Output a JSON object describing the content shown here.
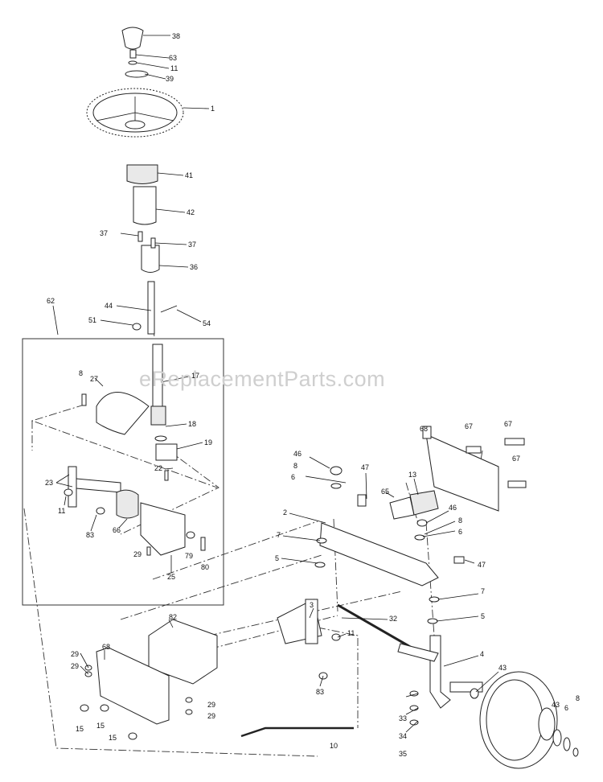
{
  "watermark": "eReplacementParts.com",
  "callouts": [
    {
      "id": "c38",
      "text": "38"
    },
    {
      "id": "c63",
      "text": "63"
    },
    {
      "id": "c11a",
      "text": "11"
    },
    {
      "id": "c39",
      "text": "39"
    },
    {
      "id": "c1",
      "text": "1"
    },
    {
      "id": "c41",
      "text": "41"
    },
    {
      "id": "c42",
      "text": "42"
    },
    {
      "id": "c37a",
      "text": "37"
    },
    {
      "id": "c37b",
      "text": "37"
    },
    {
      "id": "c36",
      "text": "36"
    },
    {
      "id": "c62",
      "text": "62"
    },
    {
      "id": "c44",
      "text": "44"
    },
    {
      "id": "c51",
      "text": "51"
    },
    {
      "id": "c54",
      "text": "54"
    },
    {
      "id": "c17",
      "text": "17"
    },
    {
      "id": "c8a",
      "text": "8"
    },
    {
      "id": "c27",
      "text": "27"
    },
    {
      "id": "c18",
      "text": "18"
    },
    {
      "id": "c19",
      "text": "19"
    },
    {
      "id": "c22",
      "text": "22"
    },
    {
      "id": "c23",
      "text": "23"
    },
    {
      "id": "c11b",
      "text": "11"
    },
    {
      "id": "c83a",
      "text": "83"
    },
    {
      "id": "c66",
      "text": "66"
    },
    {
      "id": "c29a",
      "text": "29"
    },
    {
      "id": "c25",
      "text": "25"
    },
    {
      "id": "c79",
      "text": "79"
    },
    {
      "id": "c80",
      "text": "80"
    },
    {
      "id": "c68a",
      "text": "68"
    },
    {
      "id": "c67a",
      "text": "67"
    },
    {
      "id": "c67b",
      "text": "67"
    },
    {
      "id": "c67c",
      "text": "67"
    },
    {
      "id": "c46a",
      "text": "46"
    },
    {
      "id": "c8b",
      "text": "8"
    },
    {
      "id": "c6a",
      "text": "6"
    },
    {
      "id": "c47a",
      "text": "47"
    },
    {
      "id": "c13",
      "text": "13"
    },
    {
      "id": "c65",
      "text": "65"
    },
    {
      "id": "c2",
      "text": "2"
    },
    {
      "id": "c46b",
      "text": "46"
    },
    {
      "id": "c8c",
      "text": "8"
    },
    {
      "id": "c6b",
      "text": "6"
    },
    {
      "id": "c7a",
      "text": "7"
    },
    {
      "id": "c5a",
      "text": "5"
    },
    {
      "id": "c47b",
      "text": "47"
    },
    {
      "id": "c7b",
      "text": "7"
    },
    {
      "id": "c3",
      "text": "3"
    },
    {
      "id": "c32",
      "text": "32"
    },
    {
      "id": "c82",
      "text": "82"
    },
    {
      "id": "c11c",
      "text": "11"
    },
    {
      "id": "c5b",
      "text": "5"
    },
    {
      "id": "c4",
      "text": "4"
    },
    {
      "id": "c68b",
      "text": "68"
    },
    {
      "id": "c29b",
      "text": "29"
    },
    {
      "id": "c29c",
      "text": "29"
    },
    {
      "id": "c83b",
      "text": "83"
    },
    {
      "id": "c43a",
      "text": "43"
    },
    {
      "id": "c33",
      "text": "33"
    },
    {
      "id": "c43b",
      "text": "43"
    },
    {
      "id": "c6c",
      "text": "6"
    },
    {
      "id": "c8d",
      "text": "8"
    },
    {
      "id": "c29d",
      "text": "29"
    },
    {
      "id": "c29e",
      "text": "29"
    },
    {
      "id": "c15a",
      "text": "15"
    },
    {
      "id": "c15b",
      "text": "15"
    },
    {
      "id": "c15c",
      "text": "15"
    },
    {
      "id": "c34",
      "text": "34"
    },
    {
      "id": "c10",
      "text": "10"
    },
    {
      "id": "c35",
      "text": "35"
    }
  ]
}
